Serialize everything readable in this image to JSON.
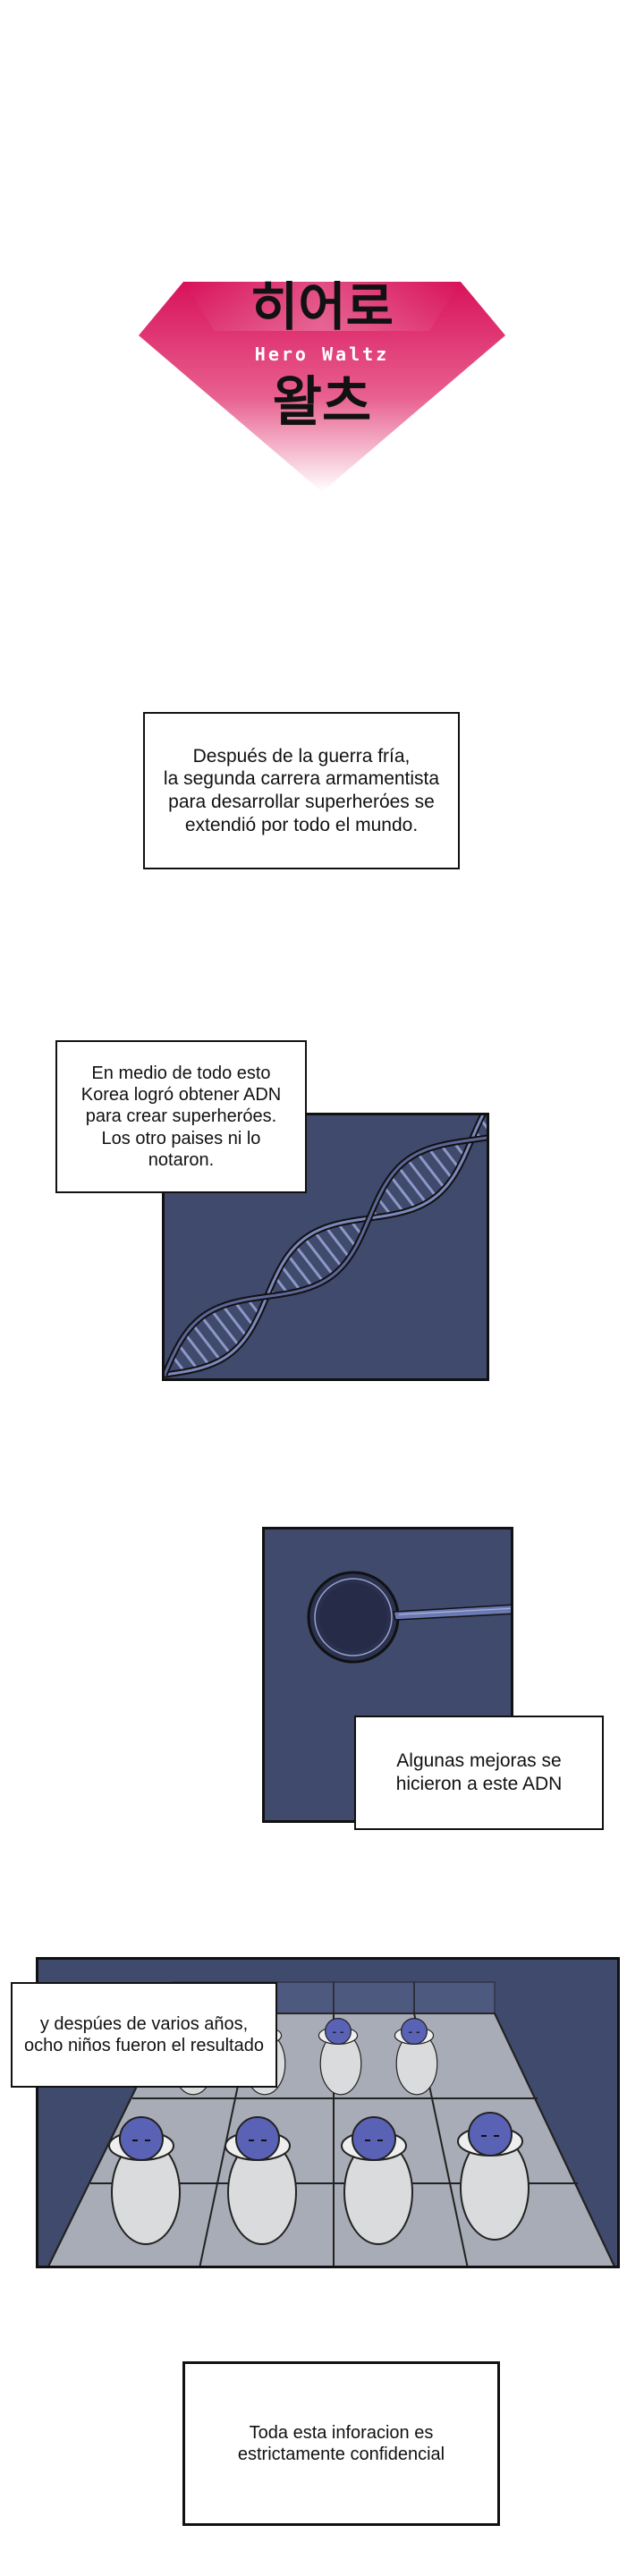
{
  "logo": {
    "title_korean_line1": "히어로",
    "title_korean_line2": "왈츠",
    "title_english": "Hero Waltz",
    "gradient_top": "#d8125a",
    "gradient_bottom": "#ffffff",
    "icon": "gem-icon"
  },
  "captions": [
    {
      "text": "Después de la guerra fría,\nla segunda carrera armamentista\npara desarrollar superherόes se\nextendió por todo el mundo."
    },
    {
      "text": "En medio de todo esto\nKorea logró obtener ADN\npara crear superheróes.\nLos otro paises ni lo\nnotaron."
    },
    {
      "text": "Algunas mejoras se\nhicieron a este ADN"
    },
    {
      "text": "y despúes de varios años,\nocho niños fueron el resultado"
    },
    {
      "text": "Toda esta inforacion es\nestrictamente confidencial"
    }
  ],
  "panels": {
    "dna": {
      "icon": "dna-helix-icon"
    },
    "cell": {
      "icon": "cell-injection-icon"
    },
    "babies": {
      "icon": "babies-incubator-icon",
      "count": 8
    }
  },
  "colors": {
    "panel_bg": "#3f4a6c",
    "panel_dark": "#2a3150",
    "border": "#111111",
    "baby_skin": "#5a62b5",
    "blanket": "#d9dbdc"
  }
}
